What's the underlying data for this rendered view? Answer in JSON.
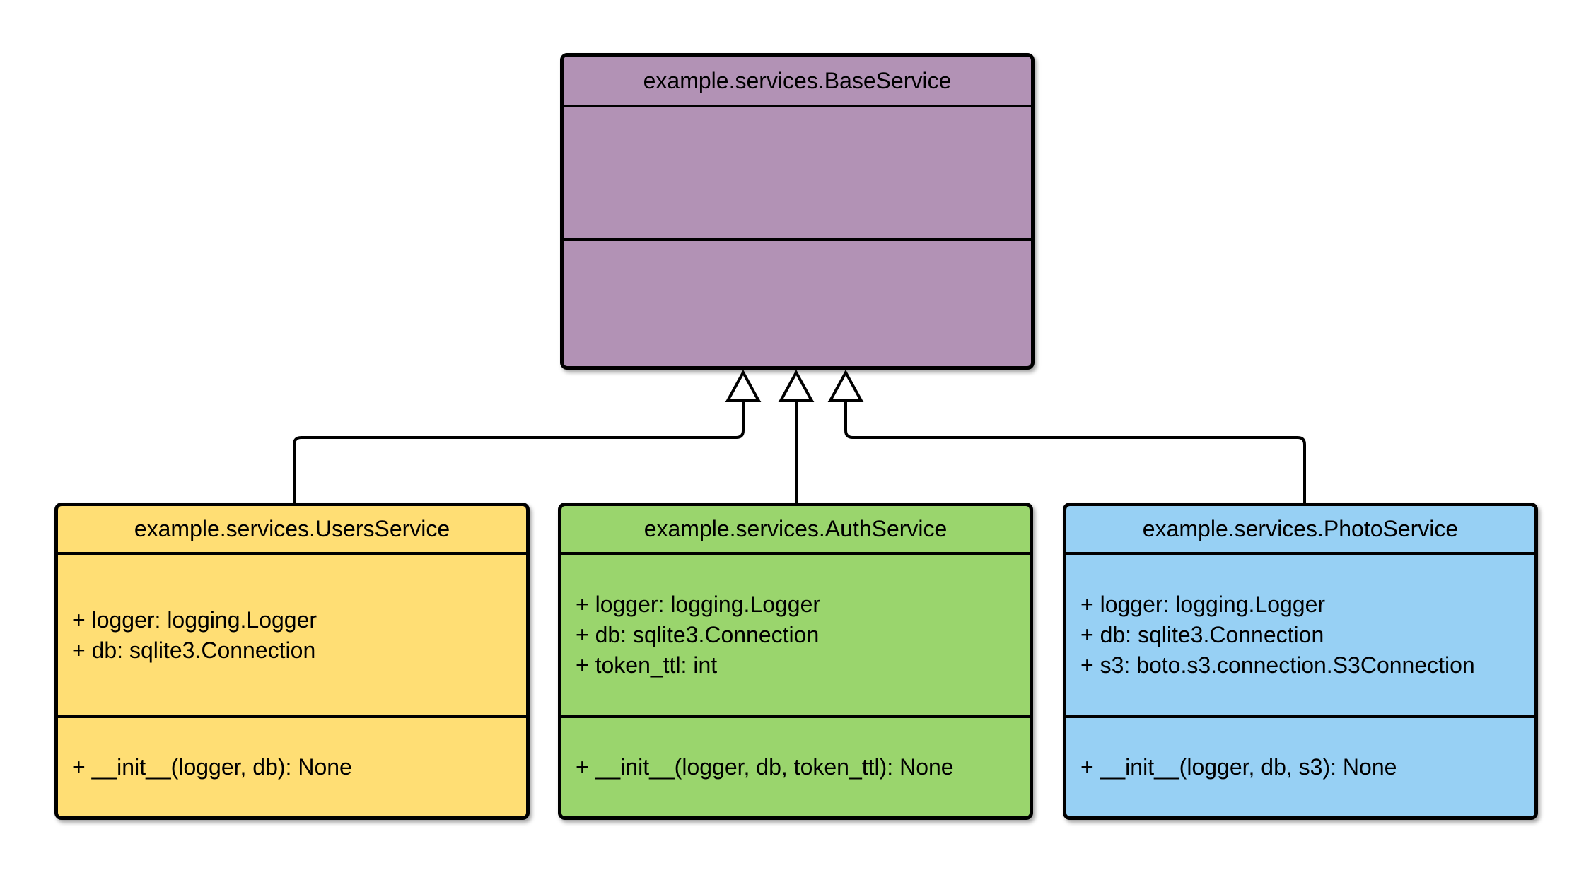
{
  "diagram": {
    "type": "uml-class-diagram",
    "background": "#ffffff",
    "line_color": "#000000",
    "classes": {
      "base": {
        "title": "example.services.BaseService",
        "fill": "#b292b5",
        "attributes": [],
        "methods": []
      },
      "users": {
        "title": "example.services.UsersService",
        "fill": "#ffde74",
        "attributes": [
          "+ logger: logging.Logger",
          "+ db: sqlite3.Connection"
        ],
        "methods": [
          "+ __init__(logger, db): None"
        ]
      },
      "auth": {
        "title": "example.services.AuthService",
        "fill": "#9ad56d",
        "attributes": [
          "+ logger: logging.Logger",
          "+ db: sqlite3.Connection",
          "+ token_ttl: int"
        ],
        "methods": [
          "+ __init__(logger, db, token_ttl): None"
        ]
      },
      "photo": {
        "title": "example.services.PhotoService",
        "fill": "#97d0f4",
        "attributes": [
          "+ logger: logging.Logger",
          "+ db: sqlite3.Connection",
          "+ s3: boto.s3.connection.S3Connection"
        ],
        "methods": [
          "+ __init__(logger, db, s3): None"
        ]
      }
    },
    "relations": [
      {
        "type": "inheritance",
        "from": "example.services.UsersService",
        "to": "example.services.BaseService"
      },
      {
        "type": "inheritance",
        "from": "example.services.AuthService",
        "to": "example.services.BaseService"
      },
      {
        "type": "inheritance",
        "from": "example.services.PhotoService",
        "to": "example.services.BaseService"
      }
    ]
  }
}
